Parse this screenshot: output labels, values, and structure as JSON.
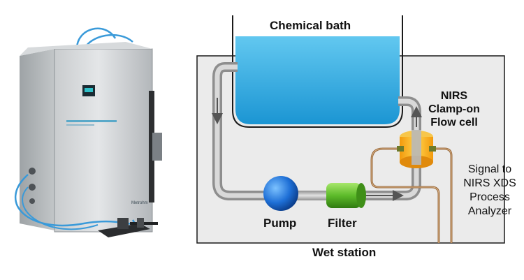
{
  "labels": {
    "chemical_bath": "Chemical bath",
    "nirs_cell": [
      "NIRS",
      "Clamp-on",
      "Flow cell"
    ],
    "signal": [
      "Signal to",
      "NIRS XDS",
      "Process",
      "Analyzer"
    ],
    "pump": "Pump",
    "filter": "Filter",
    "wet_station": "Wet station"
  },
  "colors": {
    "station_bg": "#ebebeb",
    "tank_water": "#2aa6df",
    "pipe": "#b8b8b8",
    "pump": "#1e6fd6",
    "filter": "#5dbb2a",
    "flow_cell": "#f6b21a",
    "signal_cable": "#9a6a3c",
    "fiber_cable": "#3a9ad9"
  },
  "photo": {
    "analyzer_brand": "Metrohm",
    "icons": [
      "instrument-cabinet-icon",
      "fiber-probe-icon"
    ]
  }
}
